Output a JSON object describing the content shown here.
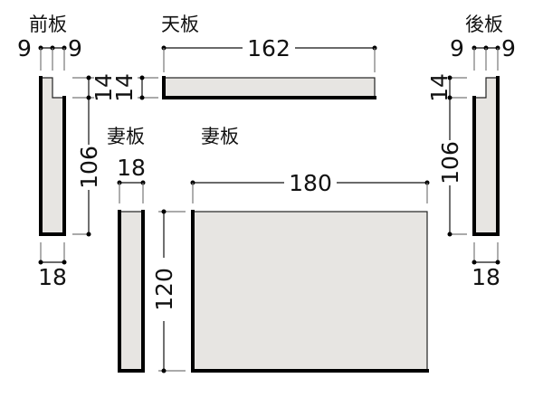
{
  "panels": {
    "front": {
      "label": "前板",
      "top_left": "9",
      "top_right": "9",
      "h1": "14",
      "h2": "106",
      "width": "18"
    },
    "top": {
      "label": "天板",
      "length": "162",
      "thickness": "14"
    },
    "side_small": {
      "label": "妻板",
      "width": "18"
    },
    "side_large": {
      "label": "妻板",
      "width": "180",
      "height": "120"
    },
    "back": {
      "label": "後板",
      "top_left": "9",
      "top_right": "9",
      "h1": "14",
      "h2": "106",
      "width": "18"
    }
  },
  "colors": {
    "panel_fill": "#e7e5e2",
    "outline": "#000000"
  }
}
